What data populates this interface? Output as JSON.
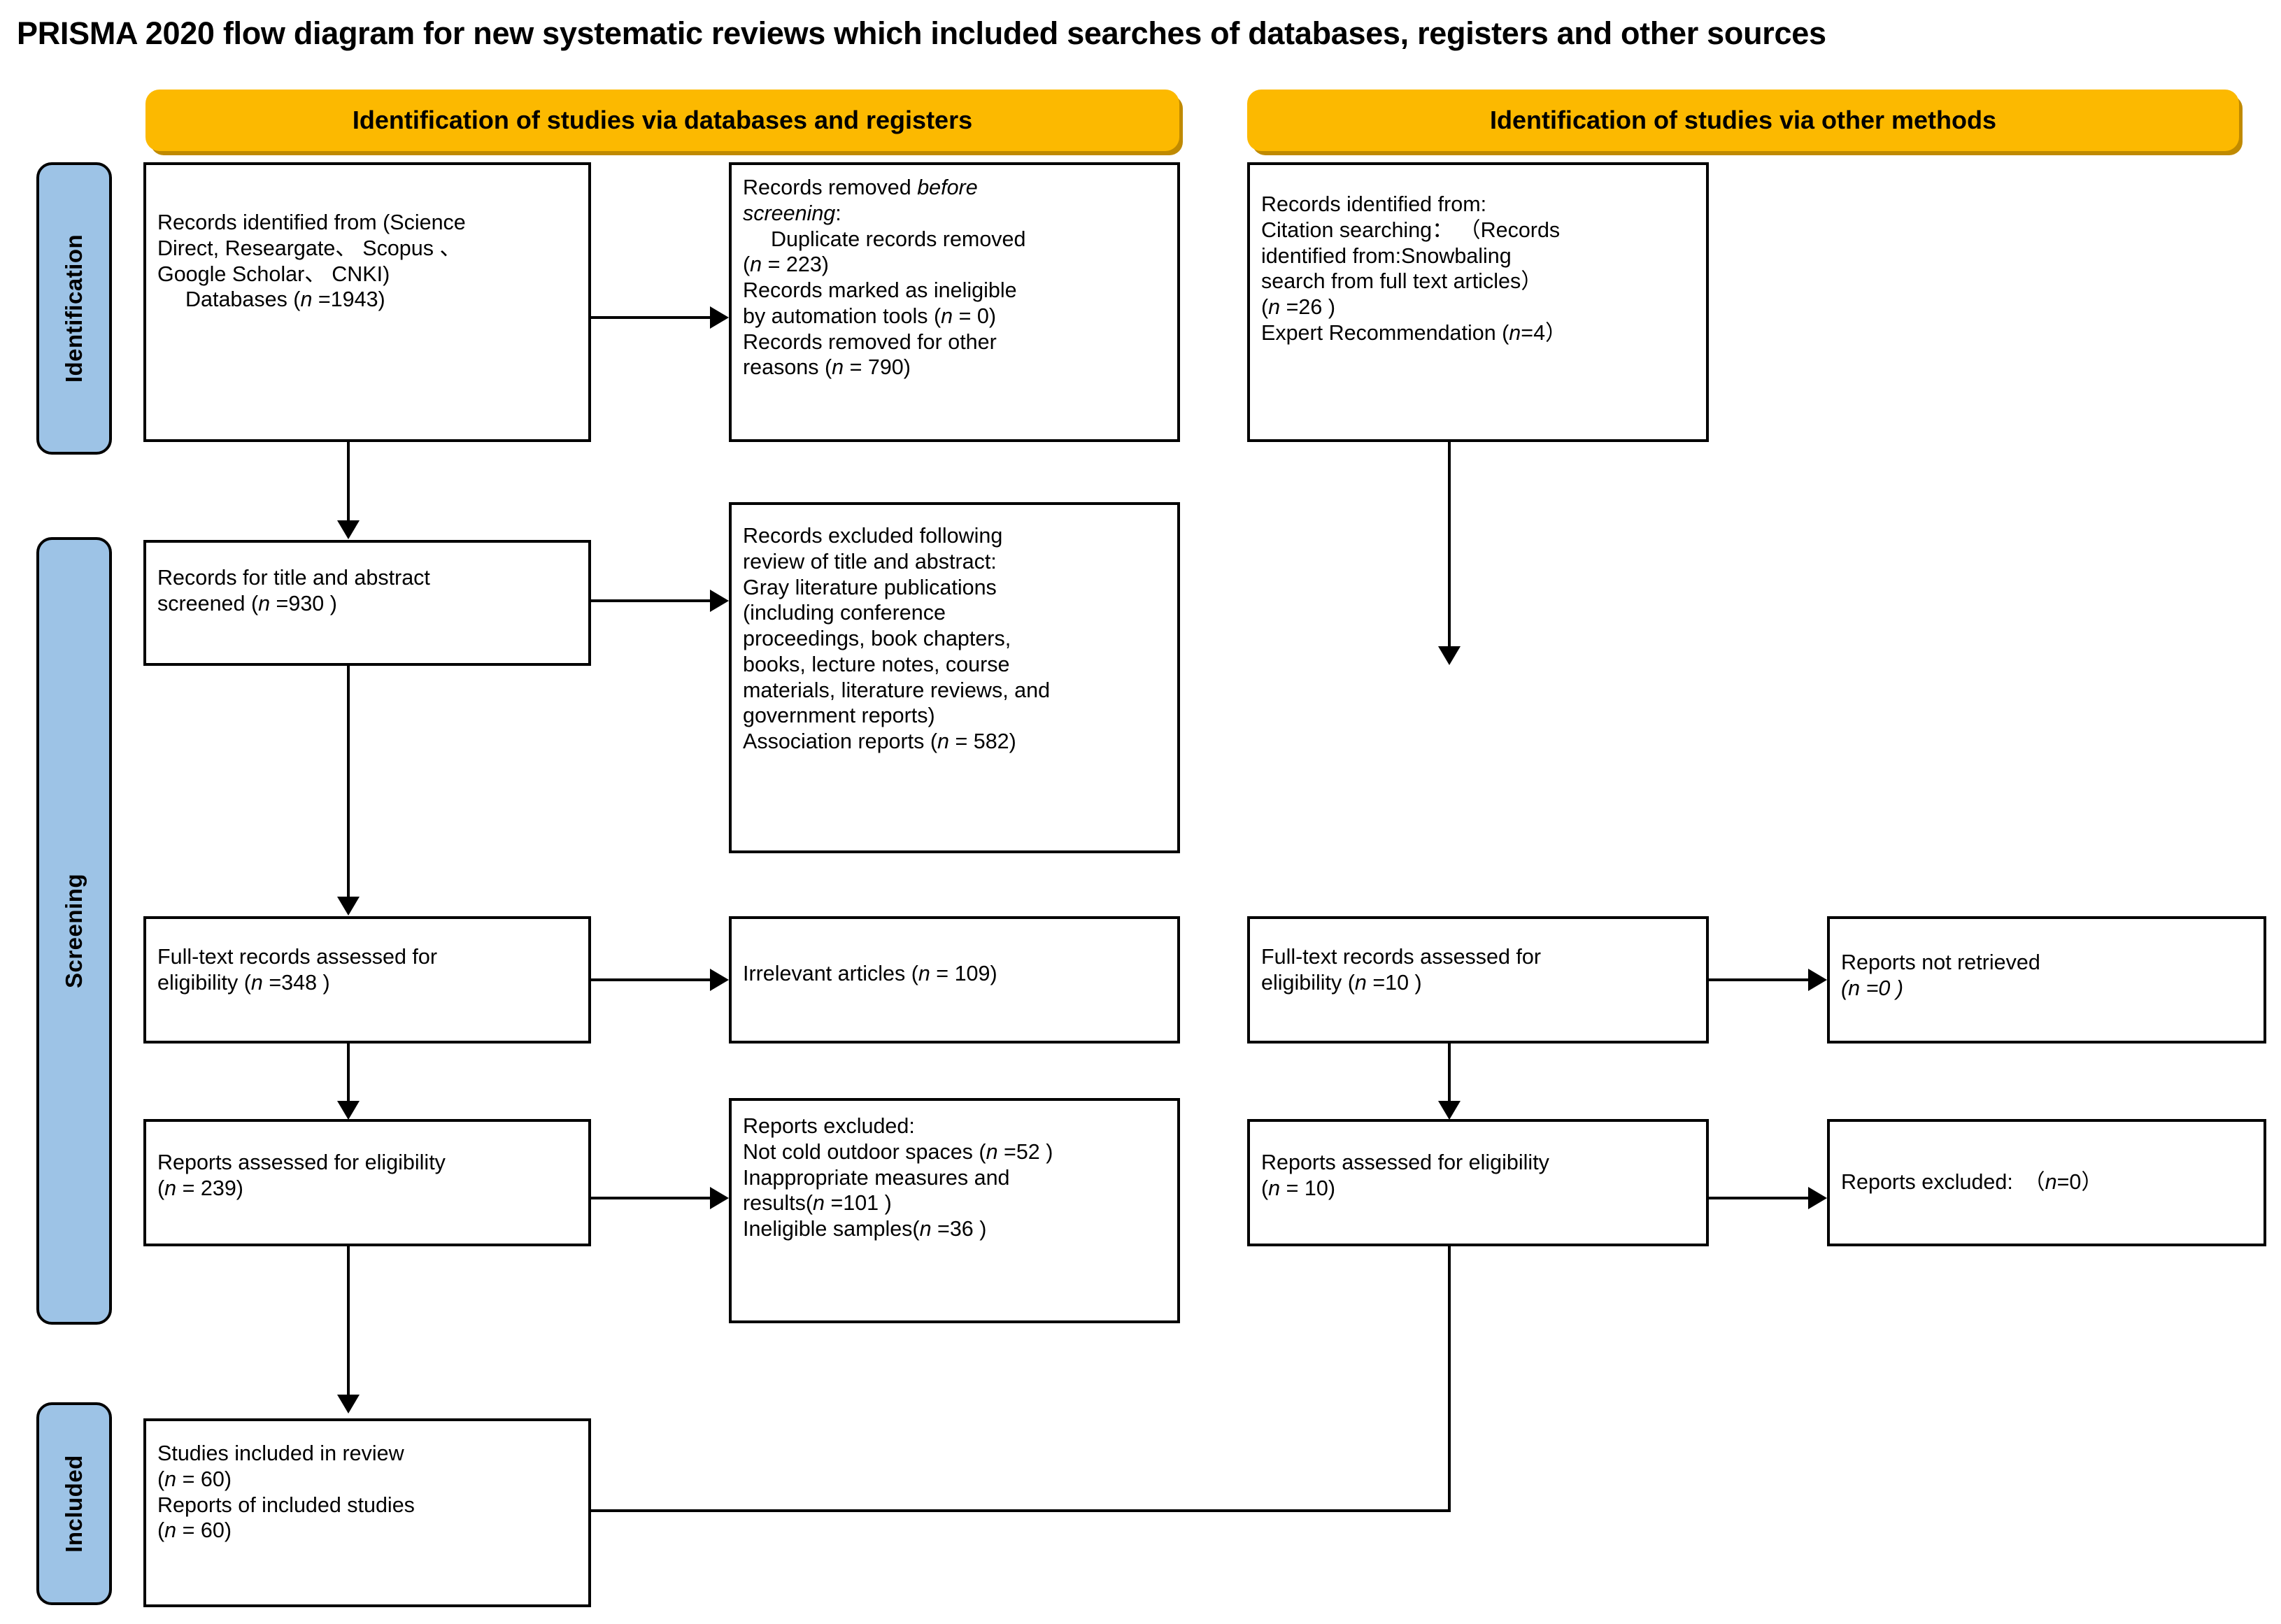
{
  "title": "PRISMA 2020 flow diagram for new systematic reviews which included searches of databases, registers and other sources",
  "headers": {
    "databases": "Identification of studies via databases and registers",
    "other": "Identification of studies via other methods"
  },
  "rails": {
    "identification": "Identification",
    "screening": "Screening",
    "included": "Included"
  },
  "boxes": {
    "records_identified_db": {
      "line1": "Records identified from (Science",
      "line2": "Direct, Researgate、 Scopus 、",
      "line3": "Google Scholar、 CNKI)",
      "line4_label": "Databases (",
      "line4_n": "n",
      "line4_val": " =1943)"
    },
    "records_removed": {
      "line1a": "Records removed ",
      "line1b": "before",
      "line2a": "screening",
      "line2b": ":",
      "line3": "Duplicate records removed",
      "line4": "(",
      "line4n": "n",
      "line4v": " = 223)",
      "line5": "Records marked as ineligible",
      "line6a": "by automation tools (",
      "line6n": "n",
      "line6v": " = 0)",
      "line7": "Records removed for other",
      "line8a": "reasons (",
      "line8n": "n",
      "line8v": " = 790)"
    },
    "records_identified_other": {
      "line1": "Records identified from:",
      "line2": "Citation searching： （Records",
      "line3": "identified from:Snowbaling",
      "line4": "search from full text articles）",
      "line5a": "(",
      "line5n": "n",
      "line5v": " =26 )",
      "line6a": "Expert Recommendation (",
      "line6n": "n",
      "line6v": "=4）"
    },
    "records_screened": {
      "line1": "Records for title and abstract",
      "line2a": "screened (",
      "line2n": "n",
      "line2v": " =930 )"
    },
    "records_excluded": {
      "line1": "Records excluded following",
      "line2": "review of title and abstract:",
      "line3": "Gray literature publications",
      "line4": "(including conference",
      "line5": "proceedings, book chapters,",
      "line6": "books, lecture notes, course",
      "line7": "materials, literature reviews, and",
      "line8": "government reports)",
      "line9a": "Association reports (",
      "line9n": "n",
      "line9v": " = 582)"
    },
    "fulltext_db": {
      "line1": "Full-text records assessed for",
      "line2a": "eligibility (",
      "line2n": "n",
      "line2v": " =348 )"
    },
    "irrelevant": {
      "line1a": "Irrelevant articles (",
      "line1n": "n",
      "line1v": " = 109)"
    },
    "fulltext_other": {
      "line1": "Full-text records assessed for",
      "line2a": "eligibility (",
      "line2n": "n",
      "line2v": " =10 )"
    },
    "not_retrieved": {
      "line1": "Reports not retrieved",
      "line2a": "(",
      "line2n": "n",
      "line2v": " =0 )"
    },
    "reports_assessed_db": {
      "line1": "Reports assessed for eligibility",
      "line2a": "(",
      "line2n": "n",
      "line2v": " = 239)"
    },
    "reports_excluded_db": {
      "line1": "Reports excluded:",
      "line2a": "Not cold outdoor spaces (",
      "line2n": "n",
      "line2v": " =52 )",
      "line3": "Inappropriate measures and",
      "line4a": "results(",
      "line4n": "n",
      "line4v": " =101 )",
      "line5a": "Ineligible samples(",
      "line5n": "n",
      "line5v": " =36 )"
    },
    "reports_assessed_other": {
      "line1": "Reports assessed for eligibility",
      "line2a": "(",
      "line2n": "n",
      "line2v": " = 10)"
    },
    "reports_excluded_other": {
      "line1a": "Reports excluded:　（",
      "line1n": "n",
      "line1v": "=0）"
    },
    "included": {
      "line1": "Studies included in review",
      "line2a": "(",
      "line2n": "n",
      "line2v": " = 60)",
      "line3": "Reports of included studies",
      "line4a": "(",
      "line4n": "n",
      "line4v": " = 60)"
    }
  },
  "colors": {
    "header_fill": "#FCB900",
    "header_shadow": "#C08A00",
    "rail_fill": "#9DC3E6",
    "stroke": "#000000",
    "background": "#FFFFFF"
  }
}
